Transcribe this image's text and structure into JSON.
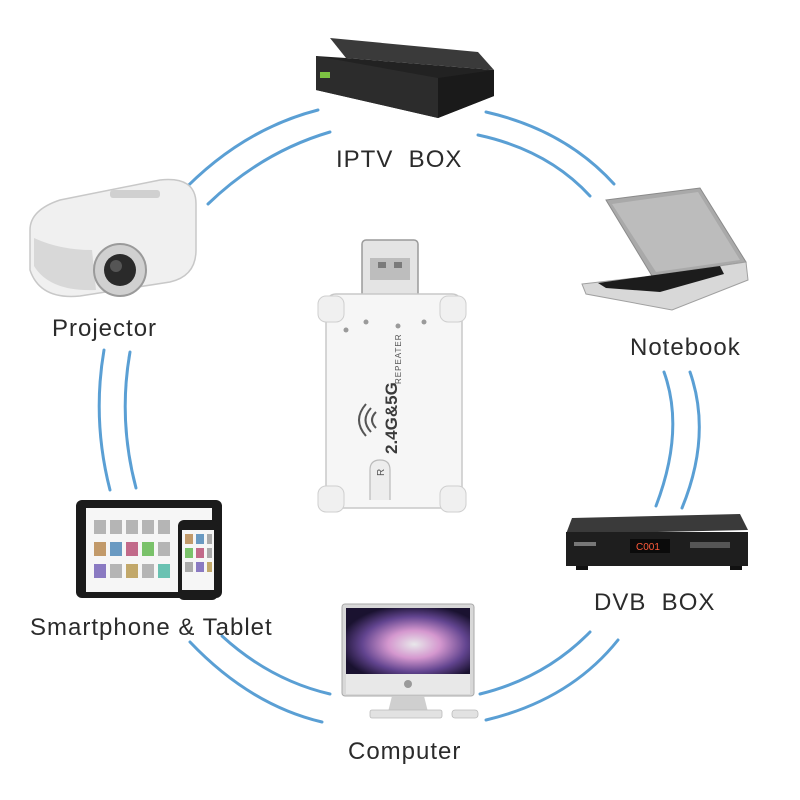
{
  "devices": {
    "iptv_box": "IPTV  BOX",
    "projector": "Projector",
    "notebook": "Notebook",
    "smartphone_tablet": "Smartphone & Tablet",
    "dvb_box": "DVB  BOX",
    "computer": "Computer"
  },
  "repeater": {
    "band_label": "2.4G&5G",
    "type_label": "REPEATER",
    "button_label": "R"
  },
  "dvb_display": "C001",
  "colors": {
    "wave": "#5a9fd4",
    "device_dark": "#2a2a2a",
    "device_white": "#f4f4f4"
  }
}
